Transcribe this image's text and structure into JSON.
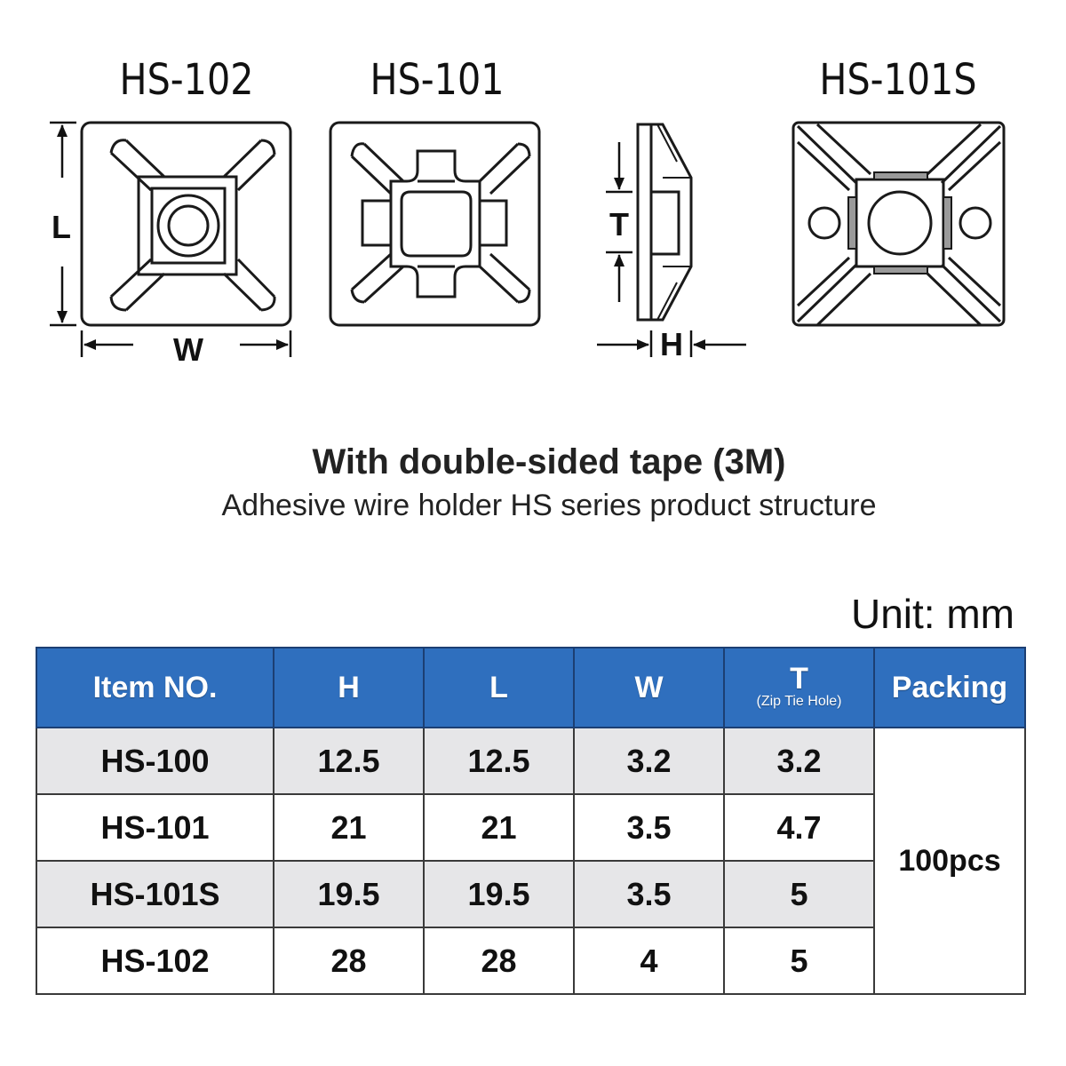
{
  "diagram": {
    "models": [
      "HS-102",
      "HS-101",
      "HS-101S"
    ],
    "dimension_letters": {
      "length": "L",
      "width": "W",
      "thickness": "T",
      "height": "H"
    }
  },
  "caption": {
    "title": "With double-sided tape (3M)",
    "subtitle": "Adhesive wire holder HS series product structure"
  },
  "unit": "Unit: mm",
  "table": {
    "headers": [
      "Item NO.",
      "H",
      "L",
      "W",
      "T",
      "Packing"
    ],
    "t_note": "(Zip Tie Hole)",
    "rows": [
      {
        "item": "HS-100",
        "h": "12.5",
        "l": "12.5",
        "w": "3.2",
        "t": "3.2"
      },
      {
        "item": "HS-101",
        "h": "21",
        "l": "21",
        "w": "3.5",
        "t": "4.7"
      },
      {
        "item": "HS-101S",
        "h": "19.5",
        "l": "19.5",
        "w": "3.5",
        "t": "5"
      },
      {
        "item": "HS-102",
        "h": "28",
        "l": "28",
        "w": "4",
        "t": "5"
      }
    ],
    "packing": "100pcs"
  },
  "colors": {
    "header_bg": "#2f6fbe",
    "shade_row": "#e6e6e8",
    "header_text": "#ffffff"
  }
}
